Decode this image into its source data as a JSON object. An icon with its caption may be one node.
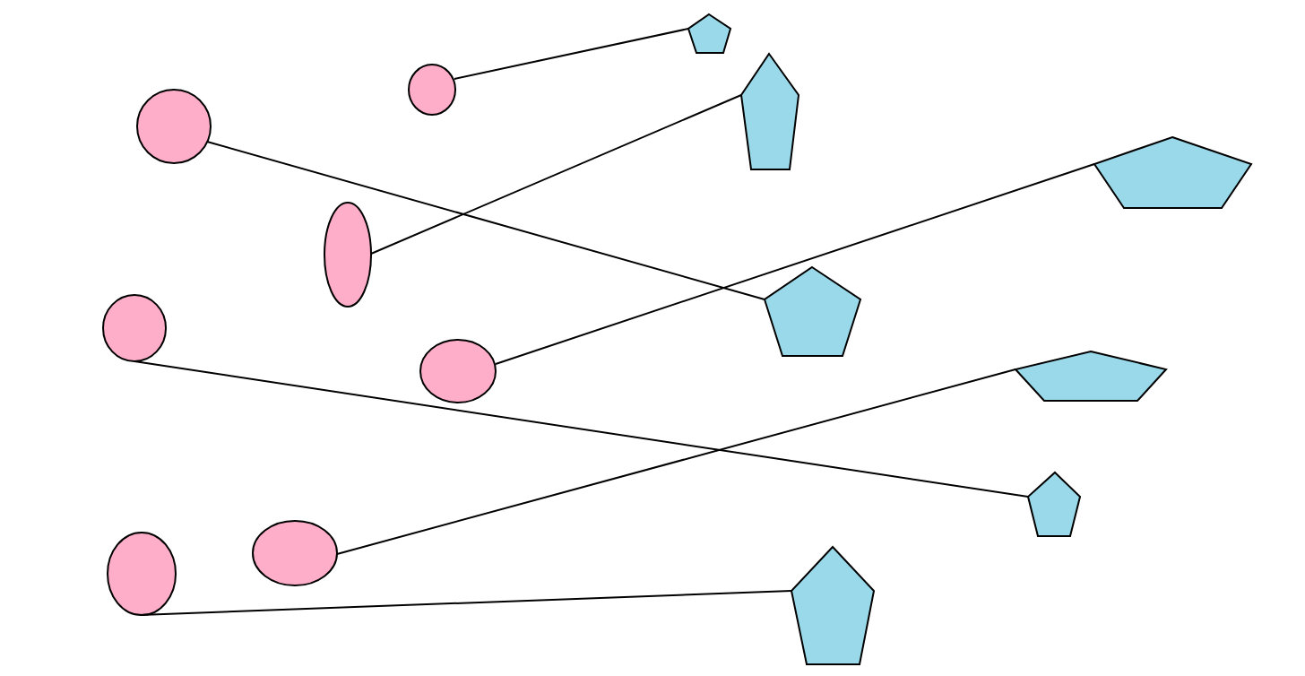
{
  "diagram": {
    "nodes": [
      {
        "text": [],
        "shape": "ellipse"
      },
      {
        "text": [],
        "shape": "ellipse"
      },
      {
        "text": [],
        "shape": "ellipse"
      },
      {
        "text": [],
        "shape": "ellipse"
      },
      {
        "text": [],
        "shape": "ellipse"
      },
      {
        "text": [],
        "shape": "ellipse"
      },
      {
        "text": [],
        "shape": "ellipse"
      },
      {
        "text": [],
        "shape": "pentagon"
      },
      {
        "text": [],
        "shape": "pentagon"
      },
      {
        "text": [],
        "shape": "pentagon"
      },
      {
        "text": [],
        "shape": "pentagon"
      },
      {
        "text": [],
        "shape": "pentagon"
      },
      {
        "text": [],
        "shape": "pentagon"
      },
      {
        "text": [],
        "shape": "pentagon"
      }
    ],
    "edges": [
      {
        "from": 0,
        "to": 7,
        "arrow": "none"
      },
      {
        "from": 2,
        "to": 8,
        "arrow": "none"
      },
      {
        "from": 4,
        "to": 9,
        "arrow": "none"
      },
      {
        "from": 1,
        "to": 10,
        "arrow": "none"
      },
      {
        "from": 5,
        "to": 11,
        "arrow": "none"
      },
      {
        "from": 3,
        "to": 12,
        "arrow": "none"
      },
      {
        "from": 6,
        "to": 13,
        "arrow": "none"
      }
    ]
  }
}
